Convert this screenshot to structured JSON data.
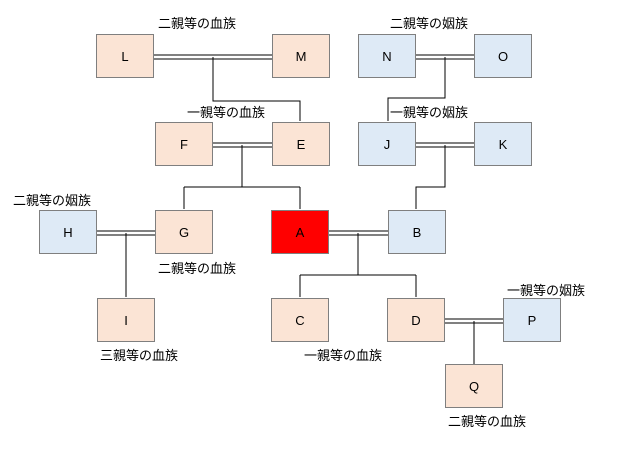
{
  "colors": {
    "blood": "#fbe4d5",
    "inlaw": "#deeaf6",
    "self": "#ff0000",
    "border": "#7f7f7f",
    "line": "#000000"
  },
  "people": {
    "L": {
      "label": "L",
      "kind": "blood"
    },
    "M": {
      "label": "M",
      "kind": "blood"
    },
    "N": {
      "label": "N",
      "kind": "inlaw"
    },
    "O": {
      "label": "O",
      "kind": "inlaw"
    },
    "F": {
      "label": "F",
      "kind": "blood"
    },
    "E": {
      "label": "E",
      "kind": "blood"
    },
    "J": {
      "label": "J",
      "kind": "inlaw"
    },
    "K": {
      "label": "K",
      "kind": "inlaw"
    },
    "H": {
      "label": "H",
      "kind": "inlaw"
    },
    "G": {
      "label": "G",
      "kind": "blood"
    },
    "A": {
      "label": "A",
      "kind": "self"
    },
    "B": {
      "label": "B",
      "kind": "inlaw"
    },
    "I": {
      "label": "I",
      "kind": "blood"
    },
    "C": {
      "label": "C",
      "kind": "blood"
    },
    "D": {
      "label": "D",
      "kind": "blood"
    },
    "P": {
      "label": "P",
      "kind": "inlaw"
    },
    "Q": {
      "label": "Q",
      "kind": "blood"
    }
  },
  "labels": {
    "grandparents_blood": "二親等の血族",
    "grandparents_inlaw": "二親等の姻族",
    "parents_blood": "一親等の血族",
    "parents_inlaw": "一親等の姻族",
    "sibling_spouse": "二親等の姻族",
    "sibling": "二親等の血族",
    "nephew": "三親等の血族",
    "children": "一親等の血族",
    "child_spouse": "一親等の姻族",
    "grandchild": "二親等の血族"
  }
}
